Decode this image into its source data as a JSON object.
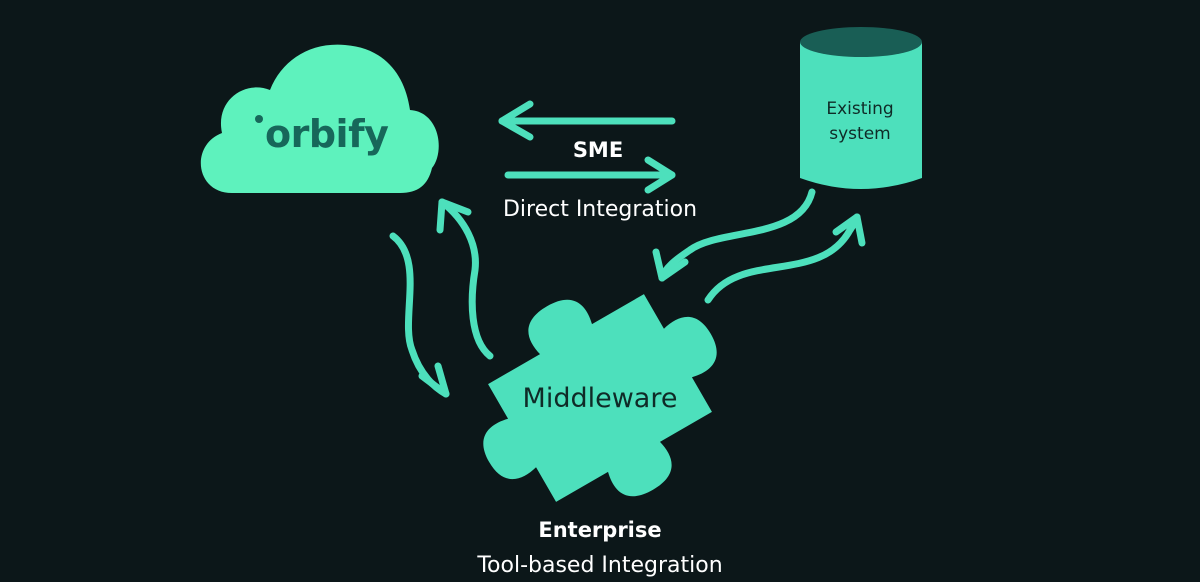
{
  "colors": {
    "background": "#0c1719",
    "cloud": "#5ef2bd",
    "accent": "#4de0bc",
    "logo_text": "#17675a",
    "cylinder_top": "#195e55",
    "label_text": "#ffffff"
  },
  "cloud": {
    "logo": "orbify"
  },
  "database": {
    "line1": "Existing",
    "line2": "system"
  },
  "direct": {
    "title": "SME",
    "subtitle": "Direct Integration"
  },
  "middleware": {
    "label": "Middleware"
  },
  "enterprise": {
    "title": "Enterprise",
    "subtitle": "Tool-based Integration"
  }
}
